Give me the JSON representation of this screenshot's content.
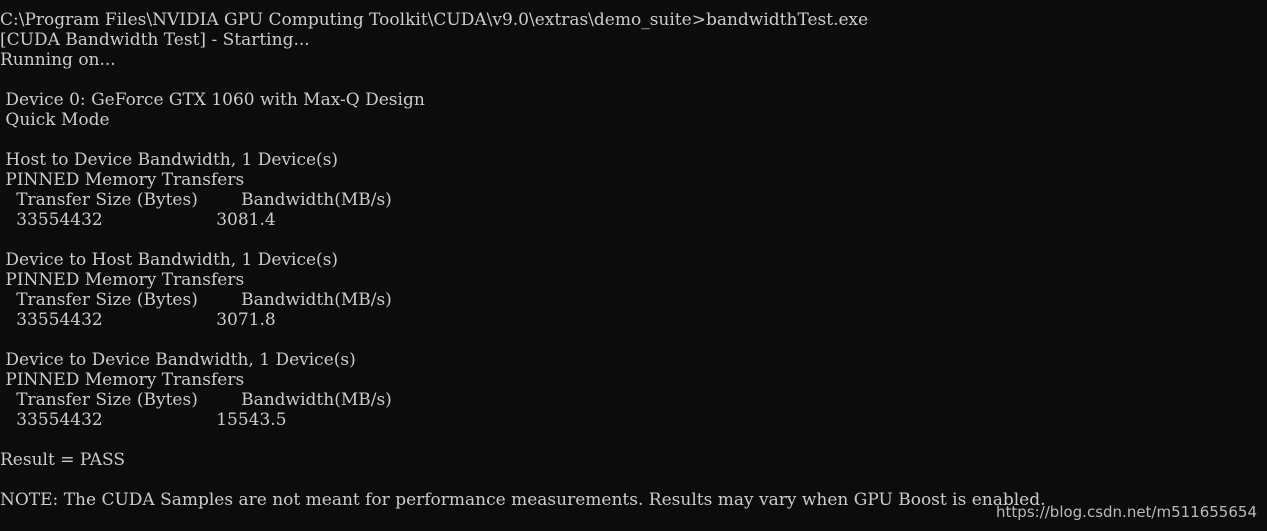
{
  "console": {
    "lines": [
      "C:\\Program Files\\NVIDIA GPU Computing Toolkit\\CUDA\\v9.0\\extras\\demo_suite>bandwidthTest.exe",
      "[CUDA Bandwidth Test] - Starting...",
      "Running on...",
      "",
      " Device 0: GeForce GTX 1060 with Max-Q Design",
      " Quick Mode",
      "",
      " Host to Device Bandwidth, 1 Device(s)",
      " PINNED Memory Transfers",
      "   Transfer Size (Bytes)        Bandwidth(MB/s)",
      "   33554432                     3081.4",
      "",
      " Device to Host Bandwidth, 1 Device(s)",
      " PINNED Memory Transfers",
      "   Transfer Size (Bytes)        Bandwidth(MB/s)",
      "   33554432                     3071.8",
      "",
      " Device to Device Bandwidth, 1 Device(s)",
      " PINNED Memory Transfers",
      "   Transfer Size (Bytes)        Bandwidth(MB/s)",
      "   33554432                     15543.5",
      "",
      "Result = PASS",
      "",
      "NOTE: The CUDA Samples are not meant for performance measurements. Results may vary when GPU Boost is enabled."
    ]
  },
  "watermark": "https://blog.csdn.net/m511655654",
  "colors": {
    "background": "#0c0c0c",
    "text": "#cccccc"
  }
}
